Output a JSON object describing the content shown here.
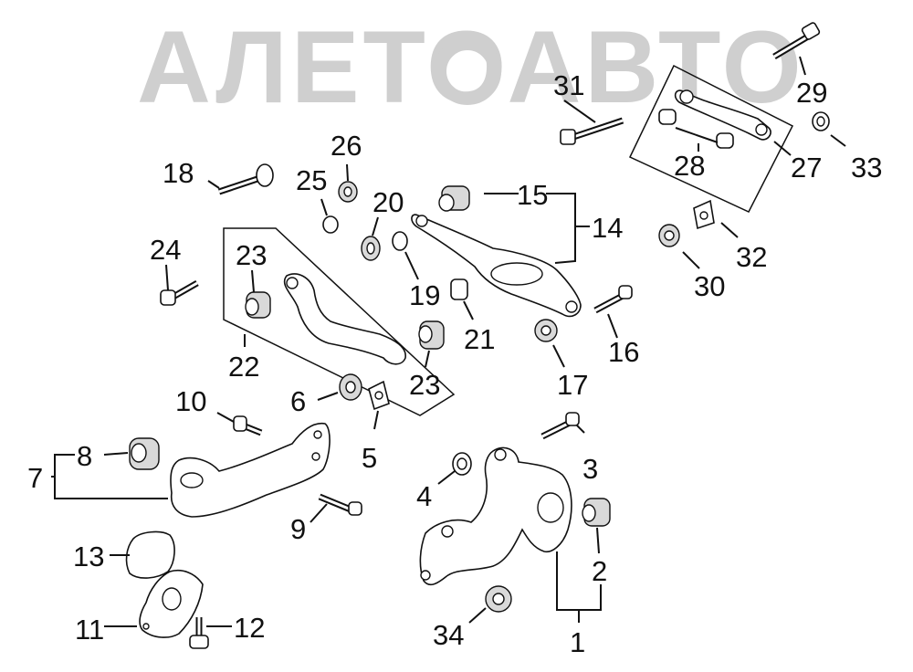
{
  "watermark": "АЛЕТОАВТО",
  "callouts": [
    "1",
    "2",
    "3",
    "4",
    "5",
    "6",
    "7",
    "8",
    "9",
    "10",
    "11",
    "12",
    "13",
    "14",
    "15",
    "16",
    "17",
    "18",
    "19",
    "20",
    "21",
    "22",
    "23",
    "23",
    "24",
    "25",
    "26",
    "27",
    "28",
    "29",
    "30",
    "31",
    "32",
    "33",
    "34"
  ]
}
